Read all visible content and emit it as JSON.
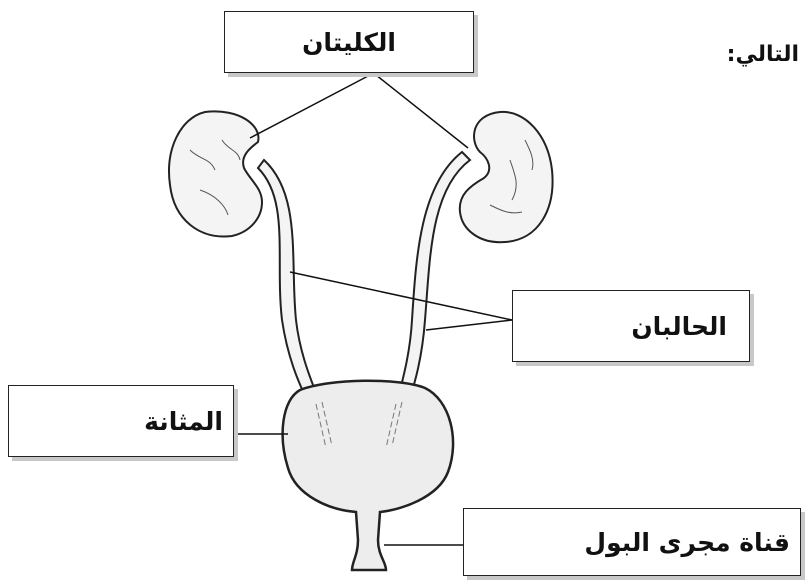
{
  "header": {
    "text": "التالي:"
  },
  "labels": {
    "kidneys": "الكليتان",
    "ureters": "الحالبان",
    "bladder": "المثانة",
    "urethra": "قناة مجرى البول"
  },
  "colors": {
    "stroke": "#222222",
    "organ_fill": "#f4f4f4",
    "box_shadow": "#c8c8c8"
  }
}
